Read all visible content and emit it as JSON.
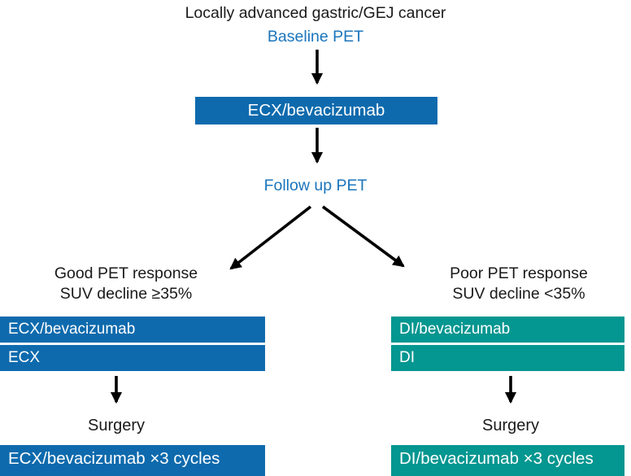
{
  "title": "Locally advanced gastric/GEJ cancer",
  "colors": {
    "box_blue": "#0E6AAD",
    "box_teal": "#049690",
    "accent_text_blue": "#1B75BC",
    "text_black": "#1A1A1A",
    "box_text_white": "#FFFFFF",
    "arrow_black": "#000000"
  },
  "nodes": {
    "baseline_pet": "Baseline PET",
    "induction_box": "ECX/bevacizumab",
    "follow_up_pet": "Follow up PET",
    "left_branch": {
      "label_line1": "Good PET response",
      "label_line2": "SUV decline ≥35%",
      "box1": "ECX/bevacizumab",
      "box2": "ECX",
      "surgery": "Surgery",
      "final_box": "ECX/bevacizumab ×3 cycles"
    },
    "right_branch": {
      "label_line1": "Poor PET response",
      "label_line2": "SUV decline <35%",
      "box1": "DI/bevacizumab",
      "box2": "DI",
      "surgery": "Surgery",
      "final_box": "DI/bevacizumab ×3 cycles"
    }
  }
}
